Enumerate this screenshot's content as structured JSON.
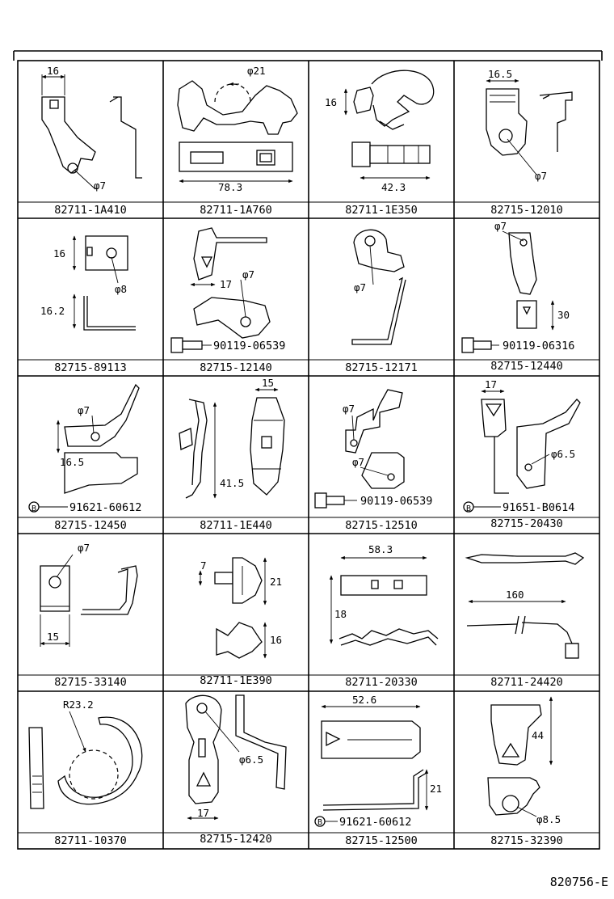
{
  "sheet_code": "820756-E",
  "cells": [
    {
      "part": "82711-1A410",
      "dims": [
        "16",
        "φ7"
      ],
      "extra": ""
    },
    {
      "part": "82711-1A760",
      "dims": [
        "φ21",
        "78.3"
      ],
      "extra": ""
    },
    {
      "part": "82711-1E350",
      "dims": [
        "16",
        "42.3"
      ],
      "extra": ""
    },
    {
      "part": "82715-12010",
      "dims": [
        "16.5",
        "φ7"
      ],
      "extra": ""
    },
    {
      "part": "82715-89113",
      "dims": [
        "16",
        "φ8",
        "16.2"
      ],
      "extra": ""
    },
    {
      "part": "82715-12140",
      "dims": [
        "17",
        "φ7"
      ],
      "extra": "90119-06539"
    },
    {
      "part": "82715-12171",
      "dims": [
        "φ7"
      ],
      "extra": ""
    },
    {
      "part": "82715-12440",
      "dims": [
        "φ7",
        "30"
      ],
      "extra": "90119-06316"
    },
    {
      "part": "82715-12450",
      "dims": [
        "φ7",
        "16.5"
      ],
      "extra": "91621-60612"
    },
    {
      "part": "82711-1E440",
      "dims": [
        "15",
        "41.5"
      ],
      "extra": ""
    },
    {
      "part": "82715-12510",
      "dims": [
        "φ7",
        "φ7"
      ],
      "extra": "90119-06539"
    },
    {
      "part": "82715-20430",
      "dims": [
        "17",
        "φ6.5"
      ],
      "extra": "91651-B0614"
    },
    {
      "part": "82715-33140",
      "dims": [
        "φ7",
        "15"
      ],
      "extra": ""
    },
    {
      "part": "82711-1E390",
      "dims": [
        "7",
        "21",
        "16"
      ],
      "extra": ""
    },
    {
      "part": "82711-20330",
      "dims": [
        "58.3",
        "18"
      ],
      "extra": ""
    },
    {
      "part": "82711-24420",
      "dims": [
        "160"
      ],
      "extra": ""
    },
    {
      "part": "82711-10370",
      "dims": [
        "R23.2"
      ],
      "extra": ""
    },
    {
      "part": "82715-12420",
      "dims": [
        "φ6.5",
        "17"
      ],
      "extra": ""
    },
    {
      "part": "82715-12500",
      "dims": [
        "52.6",
        "21"
      ],
      "extra": "91621-60612"
    },
    {
      "part": "82715-32390",
      "dims": [
        "44",
        "φ8.5"
      ],
      "extra": ""
    }
  ],
  "marker_letter": "B"
}
